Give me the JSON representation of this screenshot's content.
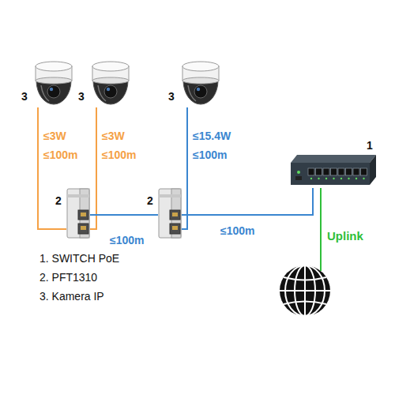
{
  "diagram": {
    "nodes": [
      {
        "text": [
          "3"
        ]
      },
      {
        "text": [
          "3"
        ]
      },
      {
        "text": [
          "3"
        ]
      },
      {
        "text": [
          "2"
        ]
      },
      {
        "text": [
          "2"
        ]
      },
      {
        "text": [
          "1"
        ]
      }
    ],
    "edges": [
      {
        "from": 0,
        "to": 3,
        "arrow": "none",
        "label": "≤3W ≤100m"
      },
      {
        "from": 1,
        "to": 3,
        "arrow": "none",
        "label": "≤3W ≤100m"
      },
      {
        "from": 2,
        "to": 4,
        "arrow": "none",
        "label": "≤15.4W ≤100m"
      },
      {
        "from": 3,
        "to": 4,
        "arrow": "none",
        "label": "≤100m"
      },
      {
        "from": 4,
        "to": 5,
        "arrow": "none",
        "label": "≤100m"
      }
    ],
    "labels": [
      "Uplink",
      "1. SWITCH PoE",
      "2. PFT1310",
      "3. Kamera IP"
    ]
  }
}
